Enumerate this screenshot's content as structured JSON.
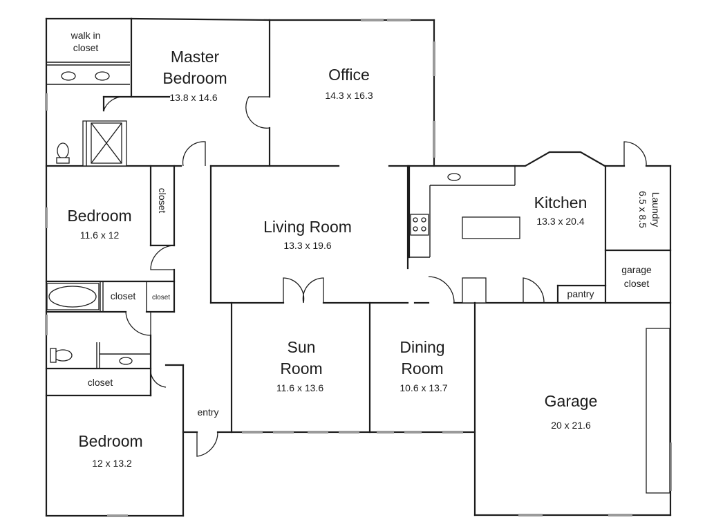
{
  "rooms": {
    "walk_in_closet": {
      "label": "walk in closet",
      "label_lines": [
        "walk in",
        "closet"
      ]
    },
    "master_bedroom": {
      "label_lines": [
        "Master",
        "Bedroom"
      ],
      "dims": "13.8 x 14.6"
    },
    "office": {
      "label": "Office",
      "dims": "14.3 x 16.3"
    },
    "bedroom_1": {
      "label": "Bedroom",
      "dims": "11.6 x 12"
    },
    "bedroom_1_closet": {
      "label": "closet"
    },
    "living_room": {
      "label": "Living Room",
      "dims": "13.3 x 19.6"
    },
    "kitchen": {
      "label": "Kitchen",
      "dims": "13.3 x 20.4"
    },
    "laundry": {
      "label": "Laundry",
      "dims": "6.5 x 8.5"
    },
    "hall_closet_large": {
      "label": "closet"
    },
    "hall_closet_small": {
      "label": "closet"
    },
    "garage_closet": {
      "label_lines": [
        "garage",
        "closet"
      ]
    },
    "pantry": {
      "label": "pantry"
    },
    "sun_room": {
      "label_lines": [
        "Sun",
        "Room"
      ],
      "dims": "11.6 x 13.6"
    },
    "dining_room": {
      "label_lines": [
        "Dining",
        "Room"
      ],
      "dims": "10.6 x 13.7"
    },
    "bath_closet": {
      "label": "closet"
    },
    "entry": {
      "label": "entry"
    },
    "garage": {
      "label": "Garage",
      "dims": "20 x 21.6"
    },
    "bedroom_2": {
      "label": "Bedroom",
      "dims": "12 x 13.2"
    }
  }
}
